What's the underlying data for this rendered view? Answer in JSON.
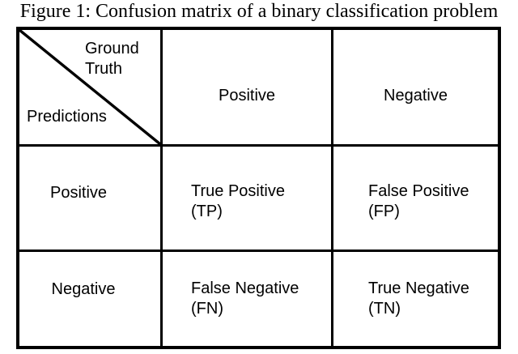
{
  "caption": "Figure 1: Confusion matrix of a binary classification problem",
  "table": {
    "corner": {
      "ground_truth": "Ground Truth",
      "predictions": "Predictions"
    },
    "col_headers": [
      "Positive",
      "Negative"
    ],
    "row_headers": [
      "Positive",
      "Negative"
    ],
    "cells": {
      "tp": {
        "line1": "True Positive",
        "line2": "(TP)"
      },
      "fp": {
        "line1": "False Positive",
        "line2": "(FP)"
      },
      "fn": {
        "line1": "False Negative",
        "line2": "(FN)"
      },
      "tn": {
        "line1": "True Negative",
        "line2": "(TN)"
      }
    }
  },
  "colors": {
    "border": "#000000",
    "text": "#000000",
    "background": "#ffffff"
  }
}
